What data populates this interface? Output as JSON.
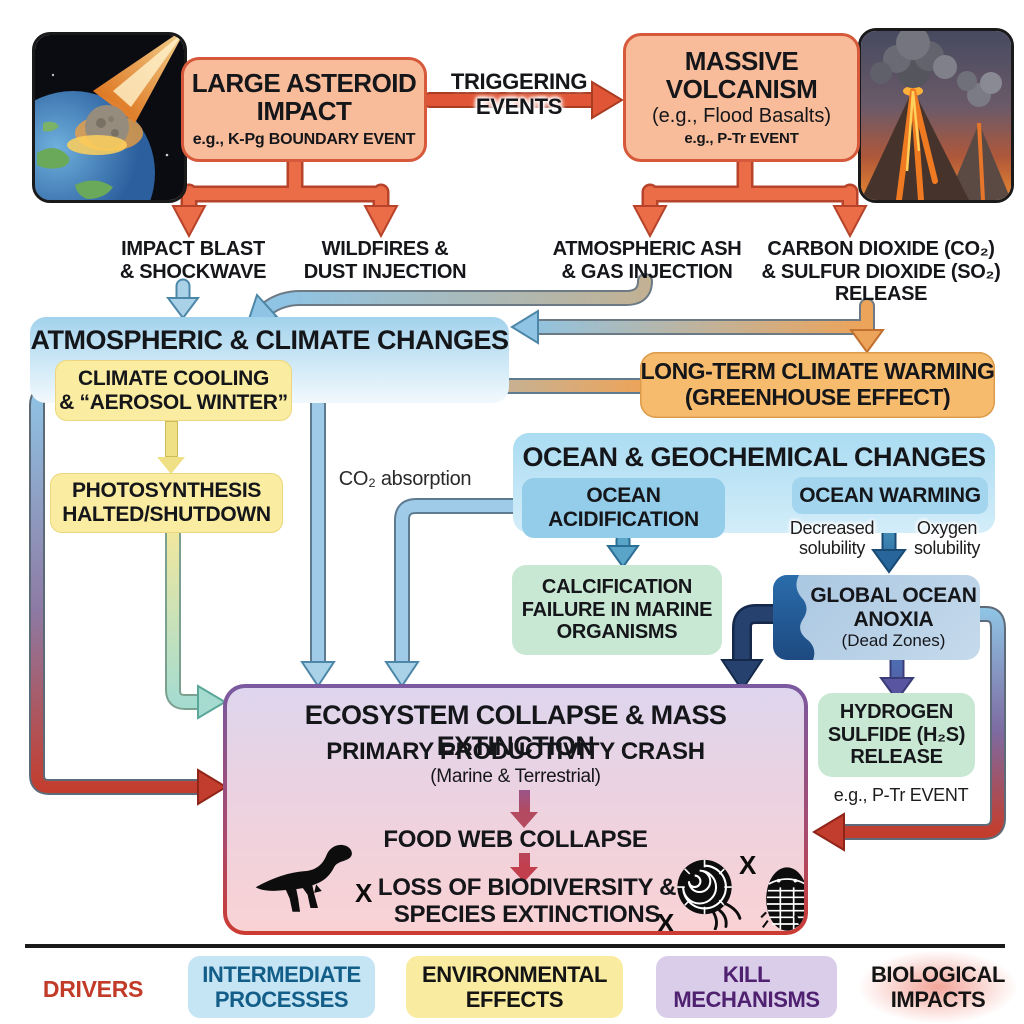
{
  "drivers": {
    "asteroid": {
      "title": "LARGE ASTEROID\nIMPACT",
      "example": "e.g., K-Pg BOUNDARY EVENT"
    },
    "volcanism": {
      "title": "MASSIVE\nVOLCANISM",
      "subtitle": "(e.g., Flood Basalts)",
      "example": "e.g., P-Tr EVENT"
    },
    "triggering_label": "TRIGGERING\nEVENTS"
  },
  "intermediate": {
    "impact_blast": "IMPACT BLAST\n& SHOCKWAVE",
    "wildfires": "WILDFIRES &\nDUST INJECTION",
    "ash_injection": "ATMOSPHERIC ASH\n& GAS INJECTION",
    "co2_so2_release": "CARBON DIOXIDE (CO₂)\n& SULFUR DIOXIDE (SO₂)\nRELEASE"
  },
  "atmospheric": {
    "title": "ATMOSPHERIC & CLIMATE CHANGES",
    "climate_cooling": "CLIMATE COOLING\n& “AEROSOL WINTER”",
    "photosynthesis": "PHOTOSYNTHESIS\nHALTED/SHUTDOWN",
    "co2_absorption_label": "CO₂ absorption",
    "longterm_warming": "LONG-TERM CLIMATE WARMING\n(GREENHOUSE EFFECT)"
  },
  "ocean": {
    "title": "OCEAN & GEOCHEMICAL CHANGES",
    "acidification": "OCEAN\nACIDIFICATION",
    "warming": "OCEAN WARMING",
    "decreased_label": "Decreased\nsolubility",
    "oxygen_label": "Oxygen\nsolubility",
    "calcification": "CALCIFICATION\nFAILURE IN MARINE\nORGANISMS",
    "anoxia_title": "GLOBAL OCEAN\nANOXIA",
    "anoxia_sub": "(Dead Zones)",
    "h2s_release": "HYDROGEN\nSULFIDE (H₂S)\nRELEASE",
    "ptr_example": "e.g., P-Tr EVENT"
  },
  "extinction": {
    "title": "ECOSYSTEM COLLAPSE & MASS EXTINCTION",
    "productivity": "PRIMARY PRODUCTIVITY CRASH",
    "productivity_sub": "(Marine & Terrestrial)",
    "food_web": "FOOD WEB COLLAPSE",
    "biodiversity": "LOSS OF BIODIVERSITY &\nSPECIES EXTINCTIONS",
    "extinct_marker": "X"
  },
  "legend": {
    "drivers": "DRIVERS",
    "intermediate": "INTERMEDIATE\nPROCESSES",
    "environmental": "ENVIRONMENTAL\nEFFECTS",
    "kill": "KILL\nMECHANISMS",
    "biological": "BIOLOGICAL\nIMPACTS"
  },
  "colors": {
    "driver_accent": "#d5593a",
    "driver_fill": "#f9bc9a",
    "intermediate_blue": "#c5e4f4",
    "intermediate_text": "#135e88",
    "environmental_yellow": "#faeca1",
    "kill_purple": "#d9cde9",
    "kill_text": "#4f2170",
    "impact_red": "#c33d2e",
    "ocean_blue": "#93cde9",
    "green_effect": "#c9e8d4",
    "warming_orange": "#f6bb6d",
    "anoxia_blob": "#2264a8"
  }
}
